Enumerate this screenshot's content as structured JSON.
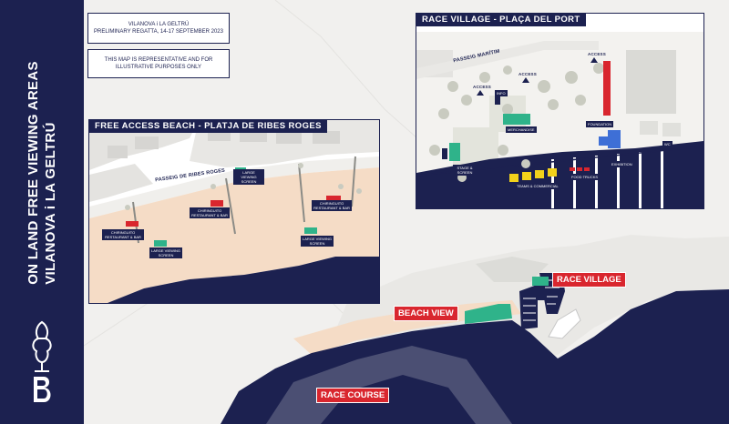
{
  "sidebar": {
    "title_line1": "ON LAND FREE VIEWING AREAS",
    "title_line2": "VILANOVA i LA GELTRÚ"
  },
  "event_box": {
    "line1": "VILANOVA i LA GELTRÚ",
    "line2": "PRELIMINARY REGATTA, 14-17 SEPTEMBER 2023"
  },
  "disclaimer_box": {
    "line1": "THIS MAP IS REPRESENTATIVE AND FOR",
    "line2": "ILLUSTRATIVE PURPOSES ONLY"
  },
  "beach_panel": {
    "title": "FREE ACCESS BEACH - PLATJA DE RIBES ROGES",
    "street": "PASSEIG DE RIBES ROGES",
    "labels": [
      "CHIRINGUITO RESTAURANT & BAR",
      "LARGE VIEWING SCREEN",
      "CHIRINGUITO RESTAURANT & BAR",
      "LARGE VIEWING SCREEN",
      "LARGE VIEWING SCREEN",
      "CHIRINGUITO RESTAURANT & BAR"
    ]
  },
  "village_panel": {
    "title": "RACE VILLAGE  - PLAÇA DEL PORT",
    "street": "PASSEIG MARÍTIM",
    "access": [
      "ACCESS",
      "ACCESS",
      "ACCESS"
    ],
    "labels": {
      "stage": "STAGE & SCREEN",
      "merchandise": "MERCHANDISE",
      "food": "FOOD TRUCKS",
      "teams": "TEAMS & COMMERCIAL",
      "foundation": "FOUNDATION",
      "exhibition": "EXHIBITION",
      "wc": "WC",
      "info": "INFO"
    }
  },
  "map_labels": {
    "race_village": "RACE VILLAGE",
    "beach_view": "BEACH VIEW",
    "race_course": "RACE COURSE"
  },
  "colors": {
    "navy": "#1c2150",
    "red": "#d9262e",
    "green": "#2fb38a",
    "sand": "#f5dcc6"
  }
}
